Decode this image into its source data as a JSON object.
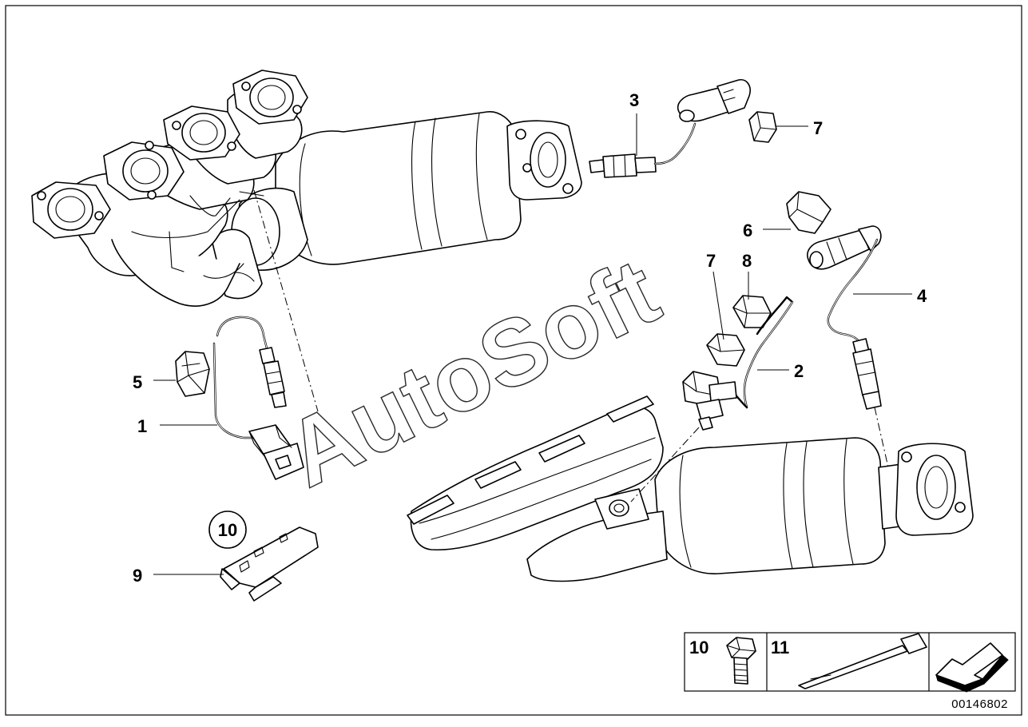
{
  "diagram_code": "00146802",
  "watermark": "AutoSoft",
  "callouts": {
    "c1": "1",
    "c2": "2",
    "c3": "3",
    "c4": "4",
    "c5": "5",
    "c6": "6",
    "c7a": "7",
    "c7b": "7",
    "c8": "8",
    "c9": "9",
    "c10_circled": "10"
  },
  "legend": {
    "item10_label": "10",
    "item11_label": "11"
  }
}
